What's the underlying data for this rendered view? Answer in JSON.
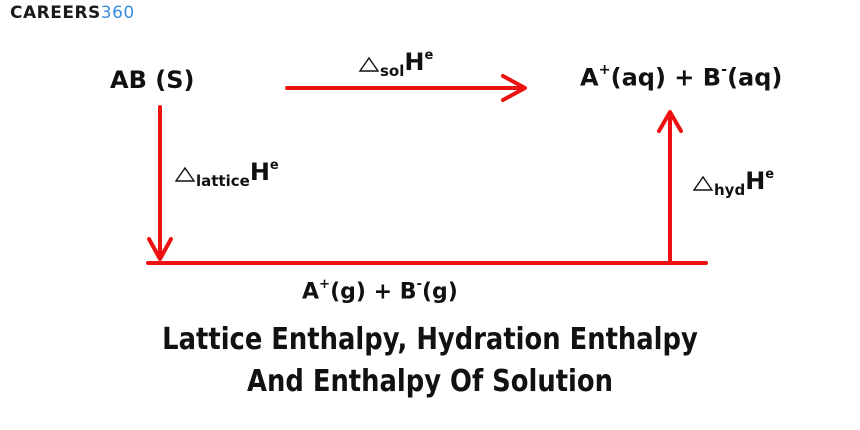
{
  "logo": {
    "text": "CAREERS",
    "number": "360"
  },
  "colors": {
    "arrow": "#ee1111",
    "text": "#111111",
    "logo_accent": "#3a8ddd"
  },
  "nodes": {
    "reactant": "AB (S)",
    "product": {
      "a": "A",
      "a_charge": "+",
      "a_state": "(aq) + B",
      "b_charge": "-",
      "b_state": "(aq)"
    },
    "gas": {
      "a": "A",
      "a_charge": "+",
      "a_state": "(g) + B",
      "b_charge": "-",
      "b_state": "(g)"
    }
  },
  "labels": {
    "sol": {
      "delta": "triangle-icon",
      "sub": "sol",
      "H": "H",
      "sup": "e"
    },
    "lattice": {
      "delta": "triangle-icon",
      "sub": "lattice",
      "H": "H",
      "sup": "e"
    },
    "hyd": {
      "delta": "triangle-icon",
      "sub": "hyd",
      "H": "H",
      "sup": "e"
    }
  },
  "title": {
    "line1": "Lattice Enthalpy, Hydration Enthalpy",
    "line2": "And Enthalpy Of Solution"
  }
}
